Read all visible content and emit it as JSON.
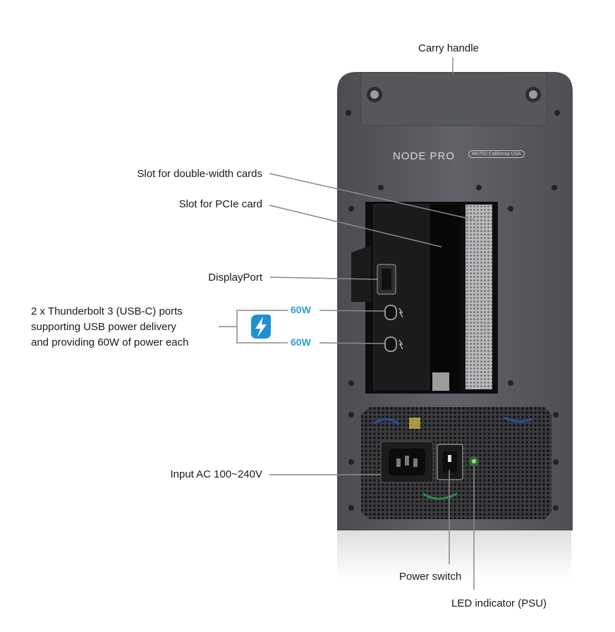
{
  "callouts": {
    "carry_handle": "Carry handle",
    "double_width_slot": "Slot for double-width cards",
    "pcie_slot": "Slot for PCIe card",
    "displayport": "DisplayPort",
    "thunderbolt_line1": "2 x Thunderbolt 3 (USB-C) ports",
    "thunderbolt_line2": "supporting USB power delivery",
    "thunderbolt_line3": "and providing 60W of power each",
    "input_ac": "Input AC 100~240V",
    "power_switch": "Power switch",
    "led_indicator": "LED indicator (PSU)"
  },
  "port_power": {
    "top": "60W",
    "bottom": "60W"
  },
  "device": {
    "brand": "NODE PRO",
    "badge_line1": "AKiTiO",
    "badge_line2": "California USA"
  },
  "icons": {
    "thunderbolt": "thunderbolt-icon"
  },
  "colors": {
    "accent": "#2a9fd8",
    "chassis": "#5a5c60",
    "leader": "#8a8a8a"
  }
}
